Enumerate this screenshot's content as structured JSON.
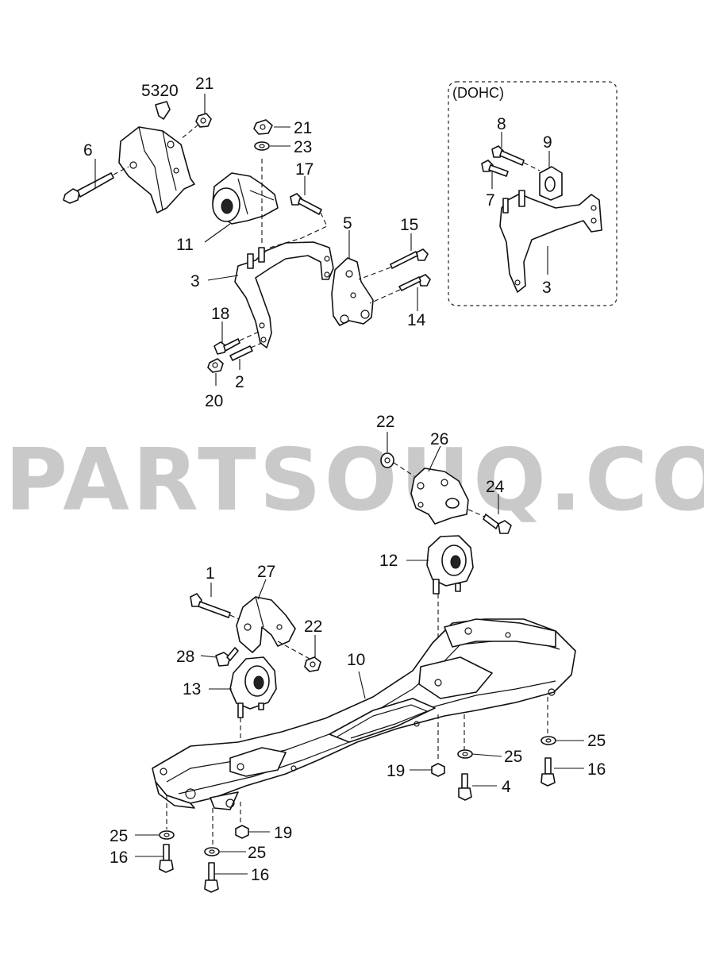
{
  "watermark": "PARTSOUQ.COM",
  "inset_title": "(DOHC)",
  "labels": {
    "l5320": "5320",
    "l21a": "21",
    "l21b": "21",
    "l23": "23",
    "l6": "6",
    "l17": "17",
    "l11": "11",
    "l5": "5",
    "l15": "15",
    "l3a": "3",
    "l18": "18",
    "l14": "14",
    "l2": "2",
    "l20": "20",
    "l8": "8",
    "l9": "9",
    "l7": "7",
    "l3b": "3",
    "l22a": "22",
    "l26": "26",
    "l24": "24",
    "l12": "12",
    "l1": "1",
    "l27": "27",
    "l22b": "22",
    "l28": "28",
    "l10": "10",
    "l13": "13",
    "l25a": "25",
    "l25b": "25",
    "l19a": "19",
    "l16a": "16",
    "l4": "4",
    "l25c": "25",
    "l19b": "19",
    "l16b": "16",
    "l25d": "25",
    "l16c": "16"
  }
}
